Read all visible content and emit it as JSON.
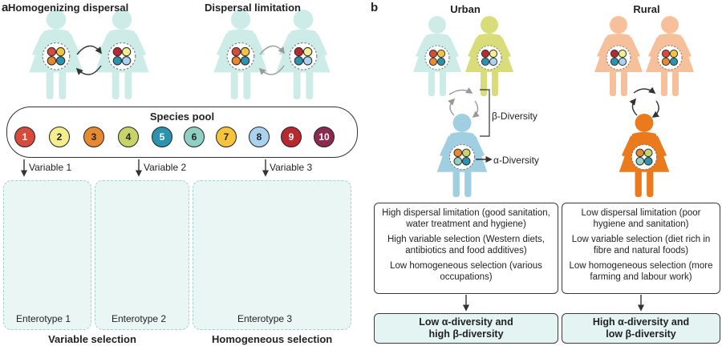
{
  "panel_a": {
    "letter": "a",
    "homogenizing_title": "Homogenizing dispersal",
    "limitation_title": "Dispersal limitation",
    "species_pool_label": "Species pool",
    "species": [
      {
        "label": "1",
        "color": "#d64b3b",
        "text_color": "#ffffff"
      },
      {
        "label": "2",
        "color": "#f4ee8c",
        "text_color": "#222222"
      },
      {
        "label": "3",
        "color": "#e8892f",
        "text_color": "#222222"
      },
      {
        "label": "4",
        "color": "#c8d46a",
        "text_color": "#222222"
      },
      {
        "label": "5",
        "color": "#2b93ad",
        "text_color": "#ffffff"
      },
      {
        "label": "6",
        "color": "#8fd0c3",
        "text_color": "#222222"
      },
      {
        "label": "7",
        "color": "#f6c43c",
        "text_color": "#222222"
      },
      {
        "label": "8",
        "color": "#a9d3ee",
        "text_color": "#222222"
      },
      {
        "label": "9",
        "color": "#b8282f",
        "text_color": "#ffffff"
      },
      {
        "label": "10",
        "color": "#8b2a4e",
        "text_color": "#ffffff"
      }
    ],
    "variables": [
      "Variable 1",
      "Variable 2",
      "Variable 3"
    ],
    "enterotypes": [
      "Enterotype 1",
      "Enterotype 2",
      "Enterotype 3"
    ],
    "variable_selection_label": "Variable selection",
    "homogeneous_selection_label": "Homogeneous selection"
  },
  "panel_b": {
    "letter": "b",
    "urban_title": "Urban",
    "rural_title": "Rural",
    "beta_label": "β-Diversity",
    "alpha_label": "α-Diversity",
    "urban_paragraphs": [
      "High dispersal limitation (good sanitation, water treatment and hygiene)",
      "High variable selection (Western diets, antibiotics and food additives)",
      "Low homogeneous selection (various occupations)"
    ],
    "rural_paragraphs": [
      "Low dispersal limitation (poor hygiene and sanitation)",
      "Low variable selection (diet rich in fibre and natural foods)",
      "Low homogeneous selection (more farming and labour work)"
    ],
    "urban_result": "Low α-diversity and high β-diversity",
    "rural_result": "High α-diversity and low β-diversity"
  },
  "colors": {
    "light_teal": "#cdece8",
    "yellow_green": "#d8dd7a",
    "light_blue": "#9fcfe0",
    "peach": "#f6c09a",
    "orange": "#ea7a1c",
    "group_bg": "#e9f6f4"
  }
}
